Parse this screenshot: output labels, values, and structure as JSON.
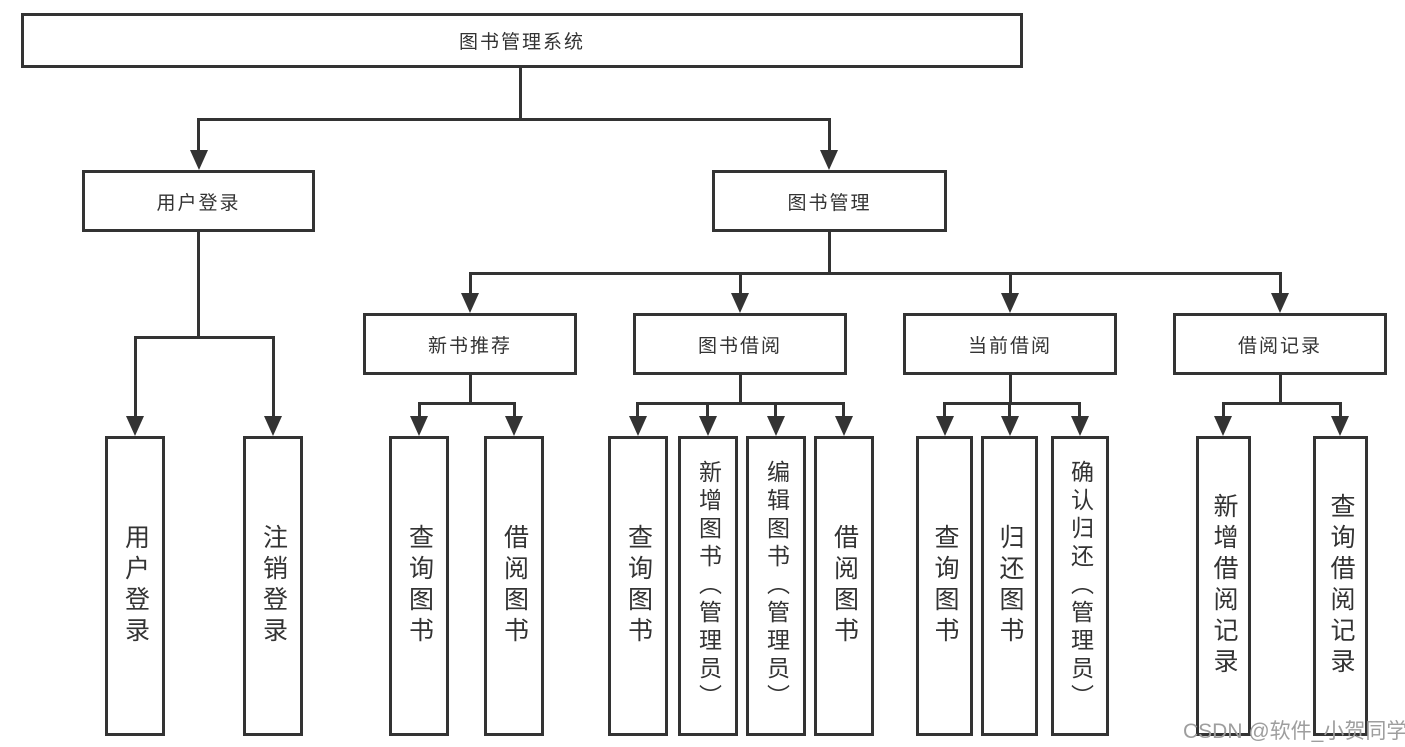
{
  "nodes": {
    "root": "图书管理系统",
    "user_login": "用户登录",
    "book_mgmt": "图书管理",
    "new_book_rec": "新书推荐",
    "book_borrow": "图书借阅",
    "current_borrow": "当前借阅",
    "borrow_records": "借阅记录",
    "login_leaf": "用户登录",
    "logout_leaf": "注销登录",
    "rec_query_books": "查询图书",
    "rec_borrow_books": "借阅图书",
    "bb_query_books": "查询图书",
    "bb_add_books": "新增图书（管理员）",
    "bb_edit_books": "编辑图书（管理员）",
    "bb_borrow_books": "借阅图书",
    "cb_query_books": "查询图书",
    "cb_return_books": "归还图书",
    "cb_confirm_return": "确认归还（管理员）",
    "br_add_record": "新增借阅记录",
    "br_query_record": "查询借阅记录"
  },
  "watermark": "CSDN @软件_小贺同学",
  "colors": {
    "line": "#333333",
    "text": "#333333",
    "watermark": "#9e9e9e",
    "background": "#ffffff"
  }
}
